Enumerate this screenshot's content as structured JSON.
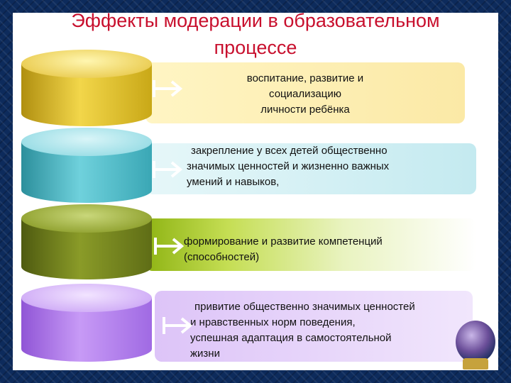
{
  "slide": {
    "title_line1": "Эффекты модерации в образовательном",
    "title_line2": "процессе"
  },
  "items": [
    {
      "lines": [
        "воспитание, развитие и",
        "социализацию",
        "личности ребёнка"
      ],
      "cylinder_color": "#e0c12a",
      "box_color": "#fcefb3"
    },
    {
      "lines": [
        "закрепление у всех детей общественно",
        "значимых ценностей и жизненно важных",
        "умений и навыков,"
      ],
      "cylinder_color": "#3fb2c0",
      "box_color": "#cdeef2"
    },
    {
      "lines": [
        "формирование и развитие компетенций",
        "(способностей)"
      ],
      "cylinder_color": "#6b7a1a",
      "box_color": "#cfe07a"
    },
    {
      "lines": [
        "привитие общественно значимых ценностей",
        "и нравственных норм поведения,",
        "успешная адаптация в самостоятельной",
        "жизни"
      ],
      "cylinder_color": "#b27be8",
      "box_color": "#ead9fa"
    }
  ],
  "icons": [
    "arrow-right-icon",
    "globe-icon"
  ]
}
